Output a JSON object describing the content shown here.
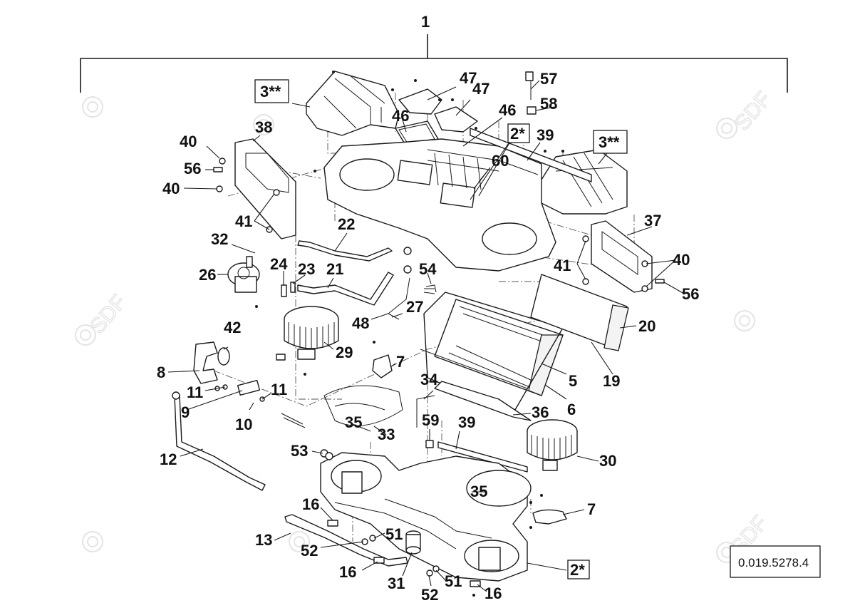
{
  "diagram": {
    "title": "HVAC unit assembly exploded view",
    "assembly_label": "1",
    "reference_number": "0.019.5278.4",
    "watermark_text": "SDF",
    "colors": {
      "line": "#1a1a1a",
      "background": "#ffffff",
      "watermark": "#e4e4e4"
    }
  },
  "callouts": [
    {
      "id": "c-3a",
      "text": "3**",
      "boxed": true
    },
    {
      "id": "c-47a",
      "text": "47"
    },
    {
      "id": "c-47b",
      "text": "47"
    },
    {
      "id": "c-46a",
      "text": "46"
    },
    {
      "id": "c-46b",
      "text": "46"
    },
    {
      "id": "c-57",
      "text": "57"
    },
    {
      "id": "c-58",
      "text": "58"
    },
    {
      "id": "c-2a",
      "text": "2*",
      "boxed": true
    },
    {
      "id": "c-39a",
      "text": "39"
    },
    {
      "id": "c-3b",
      "text": "3**",
      "boxed": true
    },
    {
      "id": "c-60",
      "text": "60"
    },
    {
      "id": "c-38",
      "text": "38"
    },
    {
      "id": "c-40a",
      "text": "40"
    },
    {
      "id": "c-56a",
      "text": "56"
    },
    {
      "id": "c-40b",
      "text": "40"
    },
    {
      "id": "c-41a",
      "text": "41"
    },
    {
      "id": "c-32",
      "text": "32"
    },
    {
      "id": "c-22",
      "text": "22"
    },
    {
      "id": "c-37",
      "text": "37"
    },
    {
      "id": "c-26",
      "text": "26"
    },
    {
      "id": "c-24",
      "text": "24"
    },
    {
      "id": "c-23",
      "text": "23"
    },
    {
      "id": "c-21",
      "text": "21"
    },
    {
      "id": "c-54",
      "text": "54"
    },
    {
      "id": "c-41b",
      "text": "41"
    },
    {
      "id": "c-40c",
      "text": "40"
    },
    {
      "id": "c-56b",
      "text": "56"
    },
    {
      "id": "c-27",
      "text": "27"
    },
    {
      "id": "c-48",
      "text": "48"
    },
    {
      "id": "c-20",
      "text": "20"
    },
    {
      "id": "c-42",
      "text": "42"
    },
    {
      "id": "c-29",
      "text": "29"
    },
    {
      "id": "c-8",
      "text": "8"
    },
    {
      "id": "c-7a",
      "text": "7"
    },
    {
      "id": "c-5",
      "text": "5"
    },
    {
      "id": "c-19",
      "text": "19"
    },
    {
      "id": "c-11a",
      "text": "11"
    },
    {
      "id": "c-11b",
      "text": "11"
    },
    {
      "id": "c-34",
      "text": "34"
    },
    {
      "id": "c-6",
      "text": "6"
    },
    {
      "id": "c-9",
      "text": "9"
    },
    {
      "id": "c-36",
      "text": "36"
    },
    {
      "id": "c-10",
      "text": "10"
    },
    {
      "id": "c-35a",
      "text": "35"
    },
    {
      "id": "c-33",
      "text": "33"
    },
    {
      "id": "c-59",
      "text": "59"
    },
    {
      "id": "c-39b",
      "text": "39"
    },
    {
      "id": "c-12",
      "text": "12"
    },
    {
      "id": "c-53",
      "text": "53"
    },
    {
      "id": "c-30",
      "text": "30"
    },
    {
      "id": "c-35b",
      "text": "35"
    },
    {
      "id": "c-16a",
      "text": "16"
    },
    {
      "id": "c-7b",
      "text": "7"
    },
    {
      "id": "c-13",
      "text": "13"
    },
    {
      "id": "c-51a",
      "text": "51"
    },
    {
      "id": "c-52a",
      "text": "52"
    },
    {
      "id": "c-16b",
      "text": "16"
    },
    {
      "id": "c-2b",
      "text": "2*",
      "boxed": true
    },
    {
      "id": "c-31",
      "text": "31"
    },
    {
      "id": "c-51b",
      "text": "51"
    },
    {
      "id": "c-52b",
      "text": "52"
    },
    {
      "id": "c-16c",
      "text": "16"
    }
  ]
}
